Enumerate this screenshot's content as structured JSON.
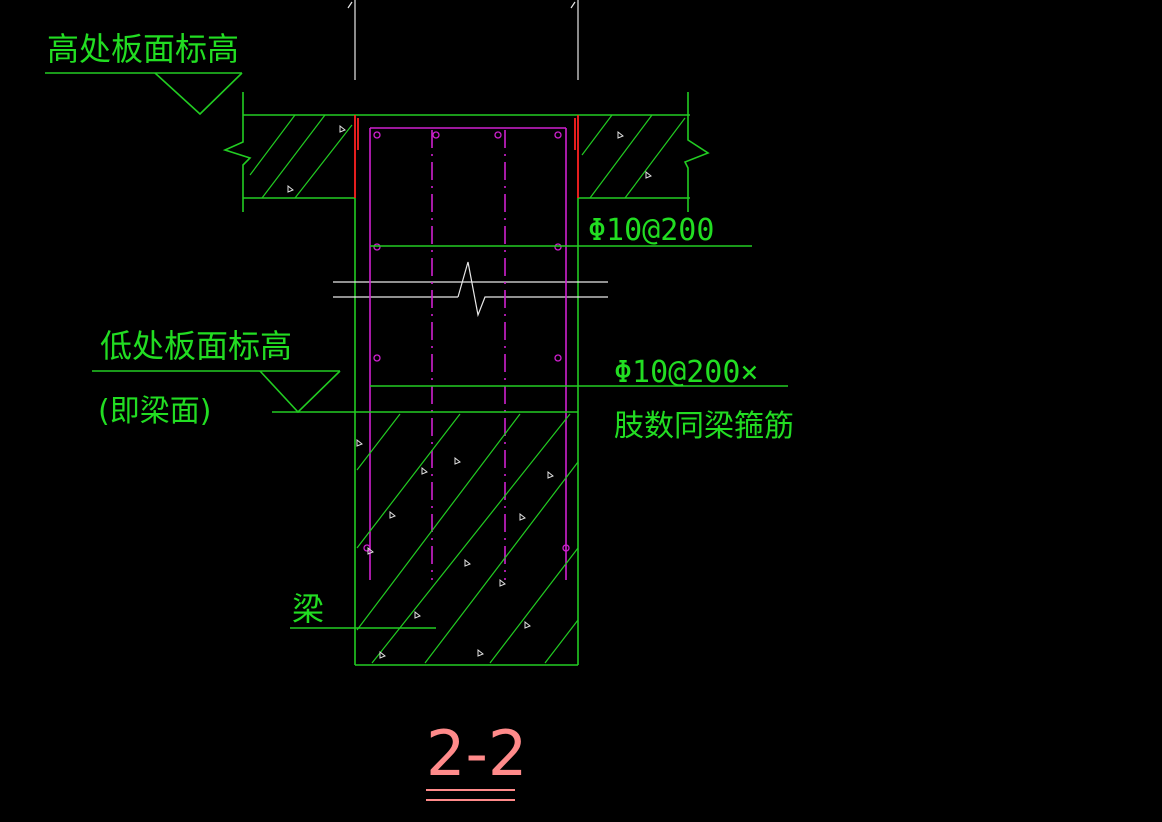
{
  "labels": {
    "high_slab_elevation": "高处板面标高",
    "low_slab_elevation": "低处板面标高",
    "beam_top_note": "(即梁面)",
    "stirrup_spec_upper": "Φ10@200",
    "stirrup_spec_lower": "Φ10@200×",
    "legs_note": "肢数同梁箍筋",
    "beam": "梁"
  },
  "section_title": "2-2",
  "colors": {
    "background": "#000000",
    "annotation": "#22dd22",
    "rebar": "#d020d0",
    "column_edge": "#ff2222",
    "title": "#ff8a8a"
  }
}
